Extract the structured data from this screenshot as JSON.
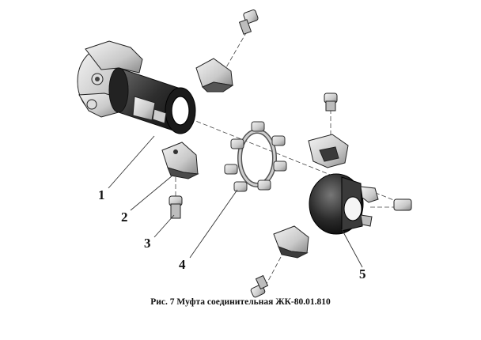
{
  "callouts": [
    "1",
    "2",
    "3",
    "4",
    "5"
  ],
  "caption": "Рис. 7 Муфта соединительная ЖК-80.01.810"
}
